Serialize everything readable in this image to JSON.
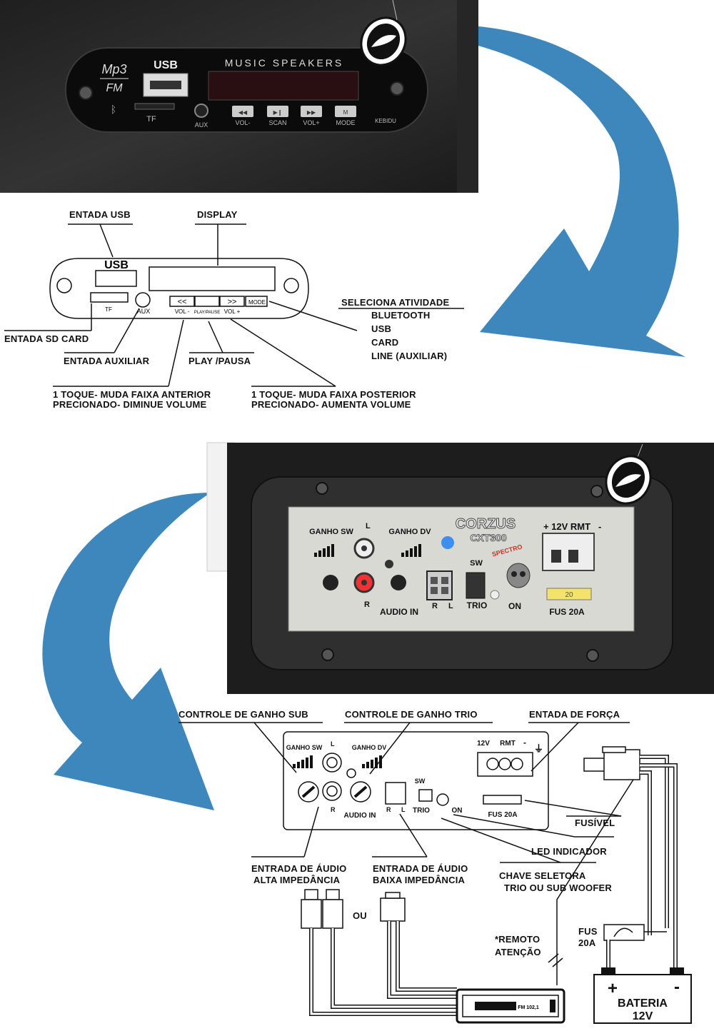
{
  "mp3_panel": {
    "logo_mp3": "Mp3",
    "logo_fm": "FM",
    "usb": "USB",
    "tf": "TF",
    "title": "MUSIC SPEAKERS",
    "aux": "AUX",
    "btn_vol_minus": "VOL-",
    "btn_scan": "SCAN",
    "btn_vol_plus": "VOL+",
    "btn_mode": "MODE",
    "brand": "KEBIDU"
  },
  "mp3_diagram": {
    "usb": "USB",
    "tf": "TF",
    "aux": "AUX",
    "vol_minus": "VOL -",
    "play_pause": "PLAY/PAUSE",
    "vol_plus": "VOL +",
    "mode": "MODE",
    "prev_symbol": "<<",
    "next_symbol": ">>"
  },
  "mp3_labels": {
    "usb_input": "ENTADA USB",
    "display": "DISPLAY",
    "select_activity": "SELECIONA ATIVIDADE",
    "modes": [
      "BLUETOOTH",
      "USB",
      "CARD",
      "LINE (AUXILIAR)"
    ],
    "sd_card": "ENTADA SD CARD",
    "aux_input": "ENTADA AUXILIAR",
    "play_pause": "PLAY /PAUSA",
    "prev_line1": "1 TOQUE- MUDA FAIXA ANTERIOR",
    "prev_line2": "PRECIONADO- DIMINUE VOLUME",
    "next_line1": "1 TOQUE- MUDA FAIXA POSTERIOR",
    "next_line2": "PRECIONADO- AUMENTA VOLUME"
  },
  "amp_panel": {
    "ganho_sw": "GANHO SW",
    "ganho_dv": "GANHO DV",
    "l": "L",
    "r": "R",
    "brand": "CORZUS",
    "model": "CXT300",
    "spectro": "SPECTRO",
    "rmt": "+ 12V RMT",
    "minus": "-",
    "sw": "SW",
    "trio": "TRIO",
    "on": "ON",
    "audio_in": "AUDIO IN",
    "fuse_value": "20",
    "fuse": "FUS 20A"
  },
  "amp_diagram": {
    "ganho_sw": "GANHO SW",
    "ganho_dv": "GANHO DV",
    "l": "L",
    "r": "R",
    "v12": "12V",
    "rmt": "RMT",
    "minus": "-",
    "sw": "SW",
    "trio": "TRIO",
    "on": "ON",
    "audio_in": "AUDIO IN",
    "fuse": "FUS 20A",
    "radio_display": "FM 102,1"
  },
  "amp_labels": {
    "gain_sub": "CONTROLE DE GANHO SUB",
    "gain_trio": "CONTROLE DE GANHO TRIO",
    "power_input": "ENTADA DE FORÇA",
    "fuse": "FUSÍVEL",
    "led": "LED INDICADOR",
    "switch_line1": "CHAVE SELETORA",
    "switch_line2": "TRIO OU SUB WOOFER",
    "high_imp_line1": "ENTRADA DE ÁUDIO",
    "high_imp_line2": "ALTA IMPEDÂNCIA",
    "low_imp_line1": "ENTRADA DE ÁUDIO",
    "low_imp_line2": "BAIXA IMPEDÂNCIA",
    "or": "OU",
    "remote_line1": "*REMOTO",
    "remote_line2": "ATENÇÃO",
    "batt_fuse_line1": "FUS",
    "batt_fuse_line2": "20A",
    "battery_line1": "BATERIA",
    "battery_line2": "12V",
    "plus": "+",
    "minus": "-"
  },
  "colors": {
    "arrow_blue": "#3d87bd",
    "enclosure": "#2a2a2a",
    "carpet": "#1e1e1e",
    "plate": "#d9d9d4",
    "led_blue": "#3a8ff0",
    "fuse_yellow": "#f3e36a",
    "spectro_red": "#d92b2b"
  }
}
